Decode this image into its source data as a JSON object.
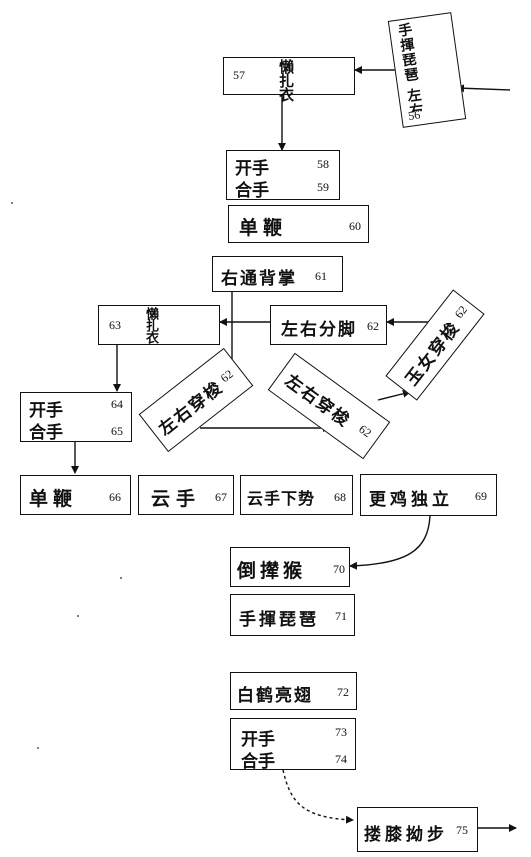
{
  "nodes": [
    {
      "id": "n56",
      "label": "手揮琵琶 左右摟膝拗步",
      "num": "56"
    },
    {
      "id": "n57",
      "label": "懶扎衣",
      "num": "57"
    },
    {
      "id": "n58",
      "line1": "开手",
      "line2": "合手",
      "num1": "58",
      "num2": "59"
    },
    {
      "id": "n60",
      "label": "单鞭",
      "num": "60"
    },
    {
      "id": "n61",
      "label": "右通背掌",
      "num": "61"
    },
    {
      "id": "n62a",
      "label": "左右分脚",
      "num": "62"
    },
    {
      "id": "n62b",
      "label": "左右穿梭",
      "num": "62"
    },
    {
      "id": "n62c",
      "label": "左右穿梭",
      "num": "62"
    },
    {
      "id": "n62d",
      "label": "玉女穿梭",
      "num": "62"
    },
    {
      "id": "n63",
      "label": "懶扎衣",
      "num": "63"
    },
    {
      "id": "n64",
      "line1": "开手",
      "line2": "合手",
      "num1": "64",
      "num2": "65"
    },
    {
      "id": "n66",
      "label": "单鞭",
      "num": "66"
    },
    {
      "id": "n67",
      "label": "云手",
      "num": "67"
    },
    {
      "id": "n68",
      "label": "云手下势",
      "num": "68"
    },
    {
      "id": "n69",
      "label": "更鸡独立",
      "num": "69"
    },
    {
      "id": "n70",
      "label": "倒撵猴",
      "num": "70"
    },
    {
      "id": "n71",
      "label": "手揮琵琶",
      "num": "71"
    },
    {
      "id": "n72",
      "label": "白鹤亮翅",
      "num": "72"
    },
    {
      "id": "n73",
      "line1": "开手",
      "line2": "合手",
      "num1": "73",
      "num2": "74"
    },
    {
      "id": "n75",
      "label": "搂膝拗步",
      "num": "75"
    }
  ],
  "colors": {
    "line": "#111111",
    "paper": "#ffffff"
  }
}
